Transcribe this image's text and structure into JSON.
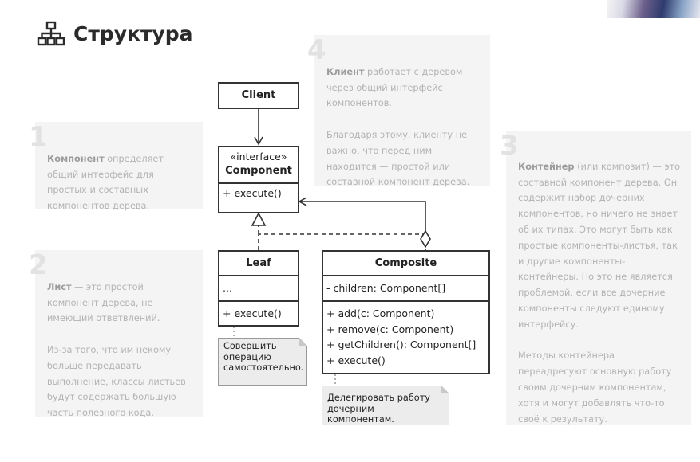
{
  "title": "Структура",
  "notes": [
    {
      "num": "1",
      "bold": "Компонент",
      "text": " определяет\nобщий интерфейс для\nпростых и составных\nкомпонентов дерева."
    },
    {
      "num": "2",
      "bold": "Лист",
      "text": " — это простой\nкомпонент дерева, не\nимеющий ответвлений.\n\nИз-за того, что им некому\nбольше передавать\nвыполнение, классы листьев\nбудут содержать большую\nчасть полезного кода."
    },
    {
      "num": "3",
      "bold": "Контейнер",
      "text": " (или композит) — это\nсоставной компонент дерева. Он\nсодержит набор дочерних\nкомпонентов, но ничего не знает\nоб их типах. Это могут быть как\nпростые компоненты-листья, так\nи другие компоненты-\nконтейнеры. Но это не является\nпроблемой, если все дочерние\nкомпоненты следуют единому\nинтерфейсу.\n\nМетоды контейнера\nпереадресуют основную работу\nсвоим дочерним компонентам,\nхотя и могут добавлять что-то\nсвоё к результату."
    },
    {
      "num": "4",
      "bold": "Клиент",
      "text": " работает с деревом\nчерез общий интерфейс\nкомпонентов.\n\nБлагодаря этому, клиенту не\nважно, что перед ним\nнаходится — простой или\nсоставной компонент дерева."
    }
  ],
  "diagram": {
    "client": {
      "name": "Client"
    },
    "component": {
      "stereotype": "«interface»",
      "name": "Component",
      "method": "+ execute()"
    },
    "leaf": {
      "name": "Leaf",
      "fields": "...",
      "method": "+ execute()"
    },
    "composite": {
      "name": "Composite",
      "field": "- children: Component[]",
      "methods": [
        "+ add(c: Component)",
        "+ remove(c: Component)",
        "+ getChildren(): Component[]",
        "+ execute()"
      ]
    },
    "leaf_note": "Совершить\nоперацию\nсамостоятельно.",
    "composite_note": "Делегировать работу\nдочерним компонентам."
  }
}
